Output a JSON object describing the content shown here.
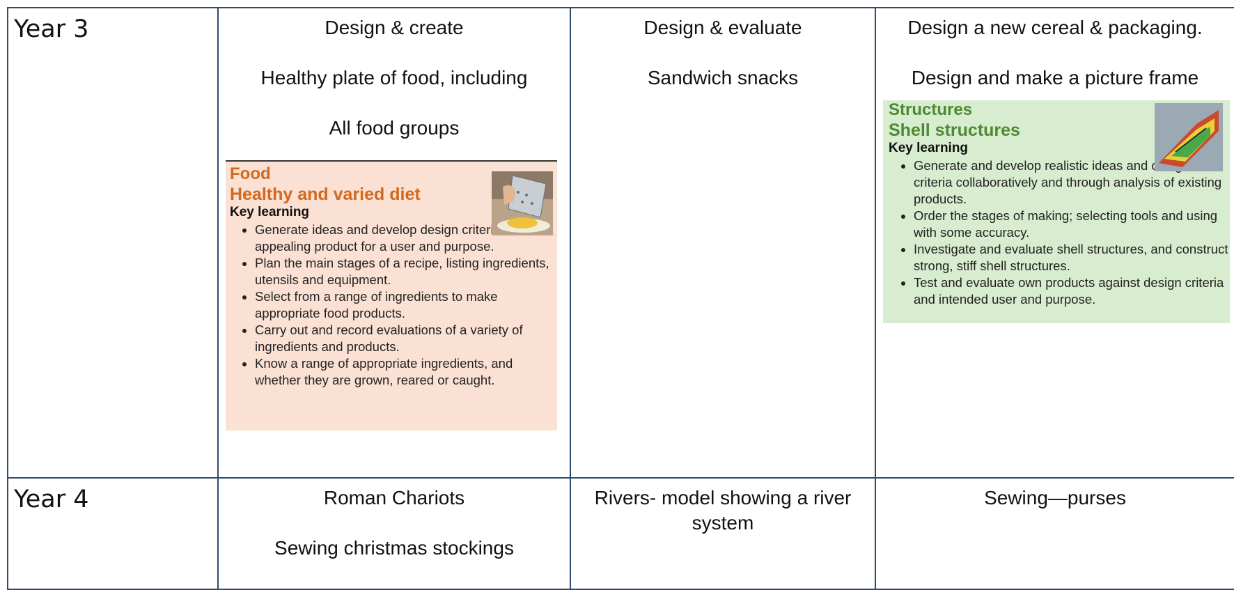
{
  "rows": [
    {
      "year": "Year 3",
      "col1": {
        "lines": [
          "Design & create",
          "Healthy plate of food, including",
          "All food groups"
        ],
        "card": {
          "title": "Food",
          "subtitle": "Healthy and varied diet",
          "heading": "Key learning",
          "bullets": [
            "Generate ideas and develop design criteria for an appealing product for a user and purpose.",
            "Plan the main stages of a recipe, listing ingredients, utensils and equipment.",
            "Select from a range of ingredients to make appropriate food products.",
            "Carry out and record evaluations of a variety of ingredients and products.",
            "Know a range of appropriate ingredients, and whether they are grown, reared or caught."
          ],
          "icon": "grater-cheese-photo",
          "background": "#fbe1d4",
          "accent": "#d2691e"
        }
      },
      "col2": {
        "lines": [
          "Design & evaluate",
          "Sandwich snacks"
        ]
      },
      "col3": {
        "lines": [
          "Design a new cereal & packaging.",
          "Design and make a picture frame"
        ],
        "card": {
          "title": "Structures",
          "subtitle": "Shell structures",
          "heading": "Key learning",
          "bullets": [
            "Generate and develop realistic ideas and design criteria collaboratively and through analysis of existing products.",
            "Order the stages of making; selecting tools and using with some accuracy.",
            "Investigate and evaluate shell structures, and construct strong, stiff shell structures.",
            "Test and evaluate own products against design criteria and intended user and purpose."
          ],
          "icon": "shell-structure-photo",
          "background": "#d8ecd0",
          "accent": "#4e8a32"
        }
      }
    },
    {
      "year": "Year 4",
      "col1": {
        "lines": [
          "Roman Chariots",
          "Sewing christmas stockings"
        ]
      },
      "col2": {
        "lines": [
          "Rivers- model showing a river system"
        ]
      },
      "col3": {
        "lines": [
          "Sewing—purses"
        ]
      }
    }
  ],
  "colors": {
    "border": "#2f4c6e"
  }
}
